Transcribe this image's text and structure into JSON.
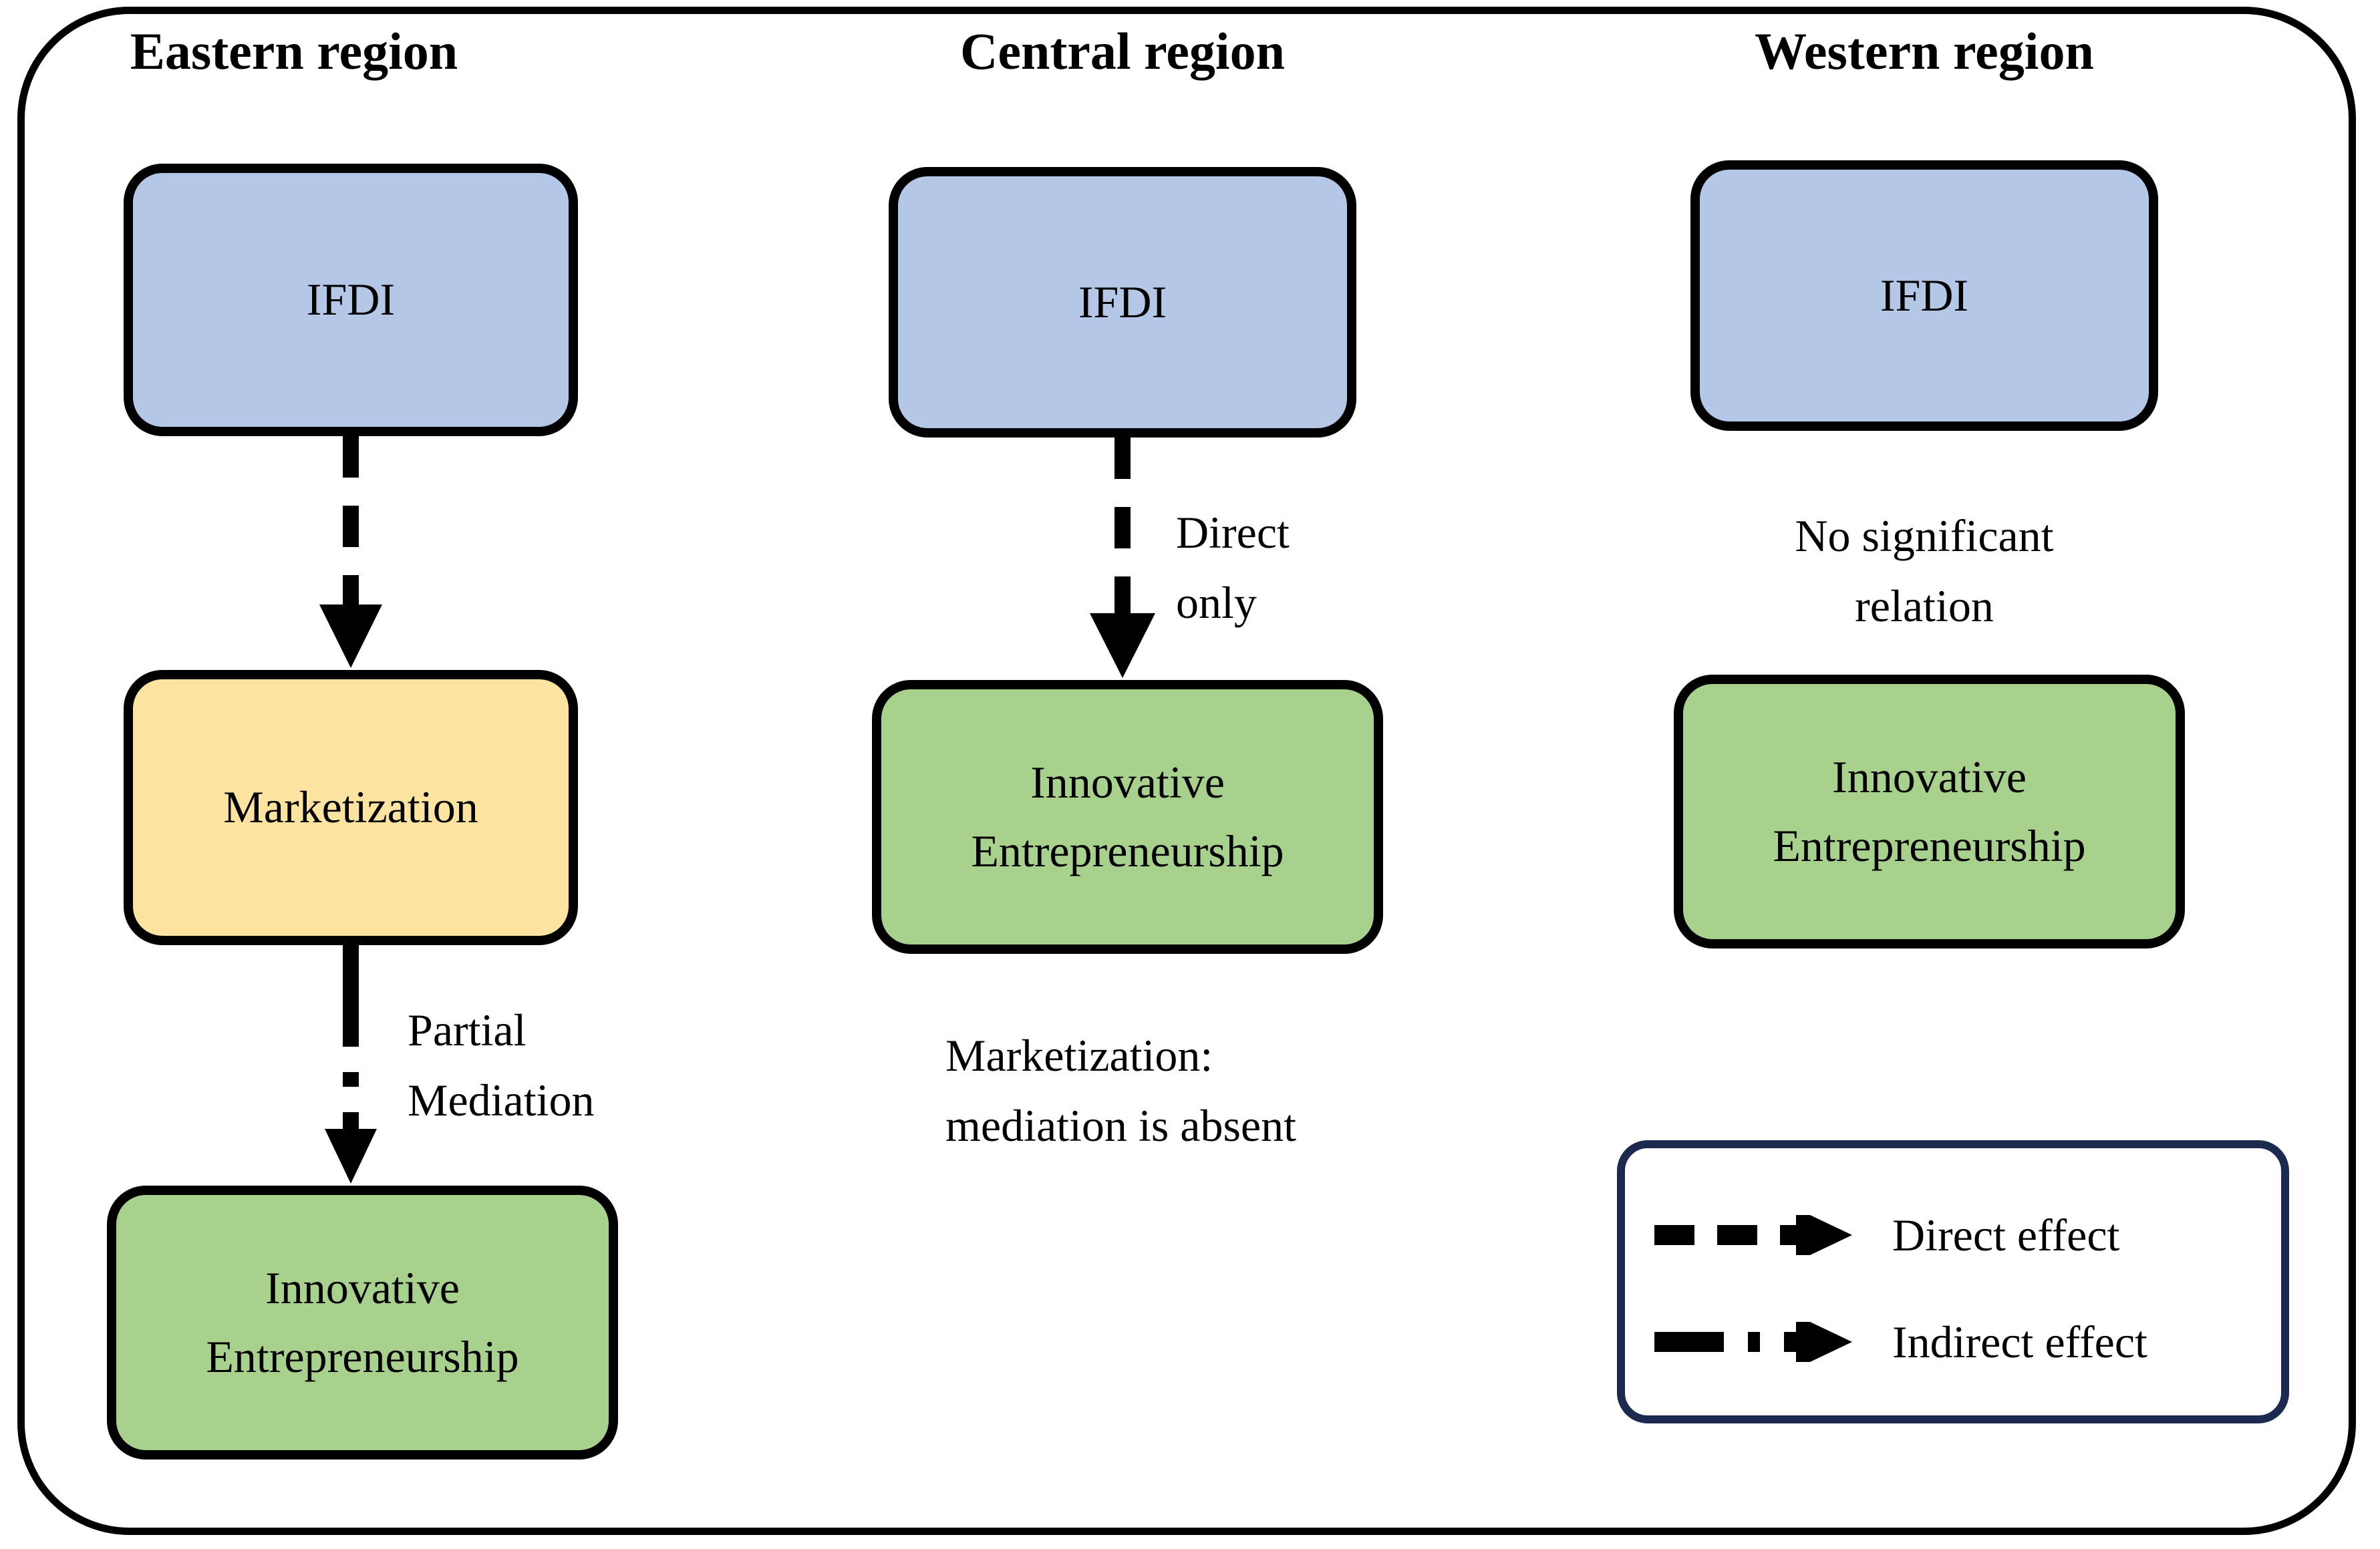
{
  "diagram": {
    "title_bar": null,
    "frame": {
      "border_color": "#000000"
    },
    "columns": [
      {
        "key": "eastern",
        "title": "Eastern region",
        "nodes": [
          {
            "id": "east-ifdi",
            "label_lines": [
              "IFDI"
            ],
            "fill": "#b4c7e7"
          },
          {
            "id": "east-marketization",
            "label_lines": [
              "Marketization"
            ],
            "fill": "#fce4a0"
          },
          {
            "id": "east-ie",
            "label_lines": [
              "Innovative",
              "Entrepreneurship"
            ],
            "fill": "#a9d18e"
          }
        ],
        "edges": [
          {
            "from": "east-ifdi",
            "to": "east-marketization",
            "style": "dashed",
            "label_lines": []
          },
          {
            "from": "east-marketization",
            "to": "east-ie",
            "style": "dash-dot",
            "label_lines": [
              "Partial",
              "Mediation"
            ]
          }
        ],
        "notes": []
      },
      {
        "key": "central",
        "title": "Central region",
        "nodes": [
          {
            "id": "central-ifdi",
            "label_lines": [
              "IFDI"
            ],
            "fill": "#b4c7e7"
          },
          {
            "id": "central-ie",
            "label_lines": [
              "Innovative",
              "Entrepreneurship"
            ],
            "fill": "#a9d18e"
          }
        ],
        "edges": [
          {
            "from": "central-ifdi",
            "to": "central-ie",
            "style": "dashed",
            "label_lines": [
              "Direct",
              "only"
            ]
          }
        ],
        "notes": [
          {
            "id": "central-note",
            "lines": [
              "Marketization:",
              "mediation is absent"
            ]
          }
        ]
      },
      {
        "key": "western",
        "title": "Western region",
        "nodes": [
          {
            "id": "west-ifdi",
            "label_lines": [
              "IFDI"
            ],
            "fill": "#b4c7e7"
          },
          {
            "id": "west-ie",
            "label_lines": [
              "Innovative",
              "Entrepreneurship"
            ],
            "fill": "#a9d18e"
          }
        ],
        "edges": [],
        "notes": [
          {
            "id": "west-note",
            "lines": [
              "No significant",
              "relation"
            ]
          }
        ]
      }
    ],
    "legend": {
      "border_color": "#1b2a4e",
      "items": [
        {
          "id": "legend-direct",
          "glyph": "dashed-arrow-icon",
          "label": "Direct effect"
        },
        {
          "id": "legend-indirect",
          "glyph": "dash-dot-arrow-icon",
          "label": "Indirect effect"
        }
      ]
    }
  }
}
